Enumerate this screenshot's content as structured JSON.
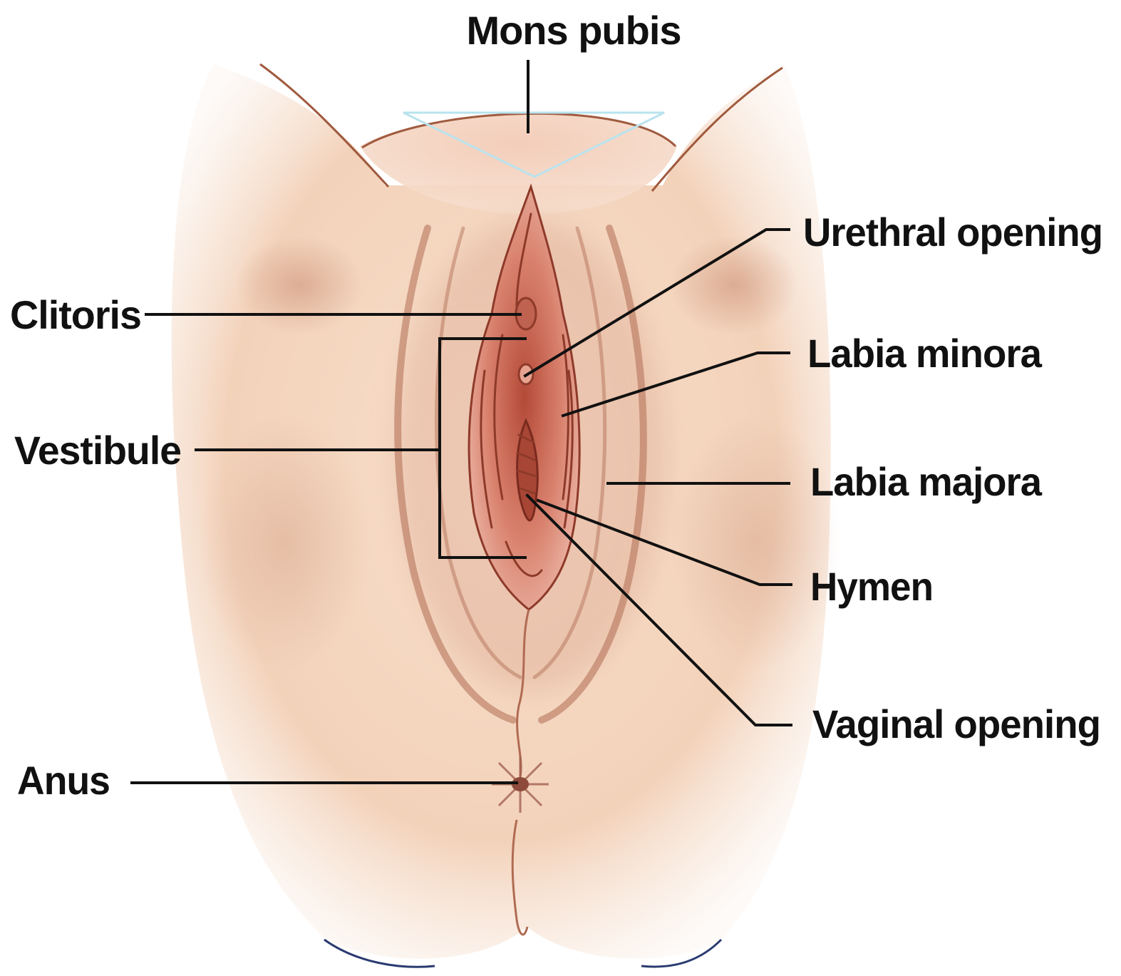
{
  "labels": {
    "mons_pubis": "Mons pubis",
    "urethral_opening": "Urethral opening",
    "clitoris": "Clitoris",
    "labia_minora": "Labia minora",
    "vestibule": "Vestibule",
    "labia_majora": "Labia majora",
    "hymen": "Hymen",
    "vaginal_opening": "Vaginal opening",
    "anus": "Anus"
  },
  "colors": {
    "skin": "#f6d9c2",
    "skin_shadow": "#d9a88f",
    "tissue": "#d8806c",
    "tissue_dark": "#9e3f30",
    "outline": "#a05a3e",
    "label_text": "#111111"
  }
}
